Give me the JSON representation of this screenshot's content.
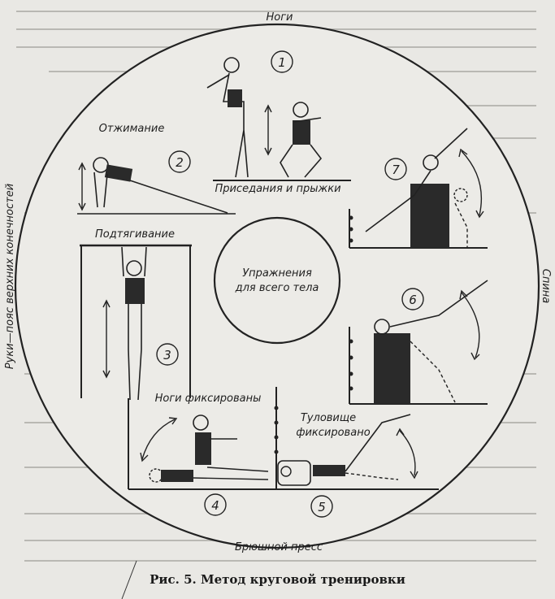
{
  "labels": {
    "legs": "Ноги",
    "pushups": "Отжимание",
    "squats_jumps": "Приседания и прыжки",
    "pullups": "Подтягивание",
    "back": "Спина",
    "arms_shoulder": "Руки—пояс верхних конечностей",
    "legs_fixed": "Ноги фиксированы",
    "torso_fixed_1": "Туловище",
    "torso_fixed_2": "фиксировано",
    "abs": "Брюшной пресс",
    "center_1": "Упражнения",
    "center_2": "для всего тела"
  },
  "stations": [
    "1",
    "2",
    "3",
    "4",
    "5",
    "6",
    "7"
  ],
  "caption": "Рис. 5. Метод круговой тренировки"
}
